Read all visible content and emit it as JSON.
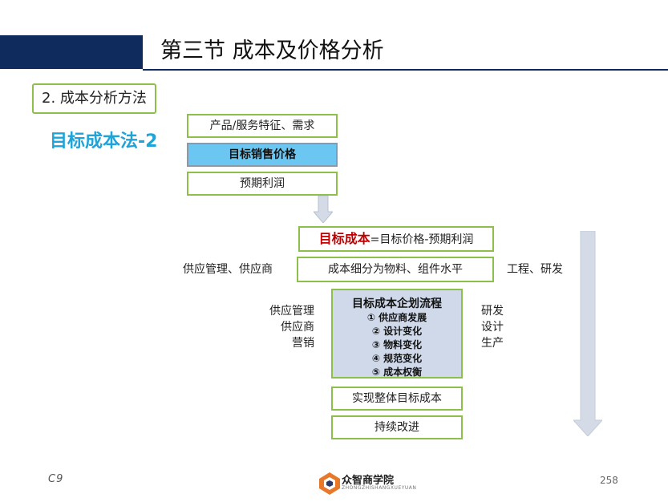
{
  "header": {
    "title": "第三节  成本及价格分析"
  },
  "section": {
    "label": "2. 成本分析方法"
  },
  "method_title": "目标成本法-2",
  "top_flow": {
    "box1": "产品/服务特征、需求",
    "box2": "目标销售价格",
    "box3": "预期利润"
  },
  "target_cost": {
    "highlight": "目标成本",
    "rest": "=目标价格-预期利润"
  },
  "breakdown": {
    "label": "成本细分为物料、组件水平",
    "left_side": "供应管理、供应商",
    "right_side": "工程、研发"
  },
  "planning": {
    "head": "目标成本企划流程",
    "items": [
      "① 供应商发展",
      "② 设计变化",
      "③ 物料变化",
      "④ 规范变化",
      "⑤ 成本权衡"
    ],
    "left_side": [
      "供应管理",
      "供应商",
      "营销"
    ],
    "right_side": [
      "研发",
      "设计",
      "生产"
    ]
  },
  "bottom_flow": {
    "achieve": "实现整体目标成本",
    "improve": "持续改进"
  },
  "footer": {
    "code": "C9",
    "logo_name": "众智商学院",
    "logo_sub": "ZHONGZHISHANGXUEYUAN",
    "page": "258"
  },
  "colors": {
    "navy": "#0f2a5c",
    "green_border": "#8cc04b",
    "accent_blue": "#1ea4d9",
    "target_red": "#c00000",
    "price_fill": "#6cc6f2",
    "plan_fill": "#cfd9ea"
  }
}
